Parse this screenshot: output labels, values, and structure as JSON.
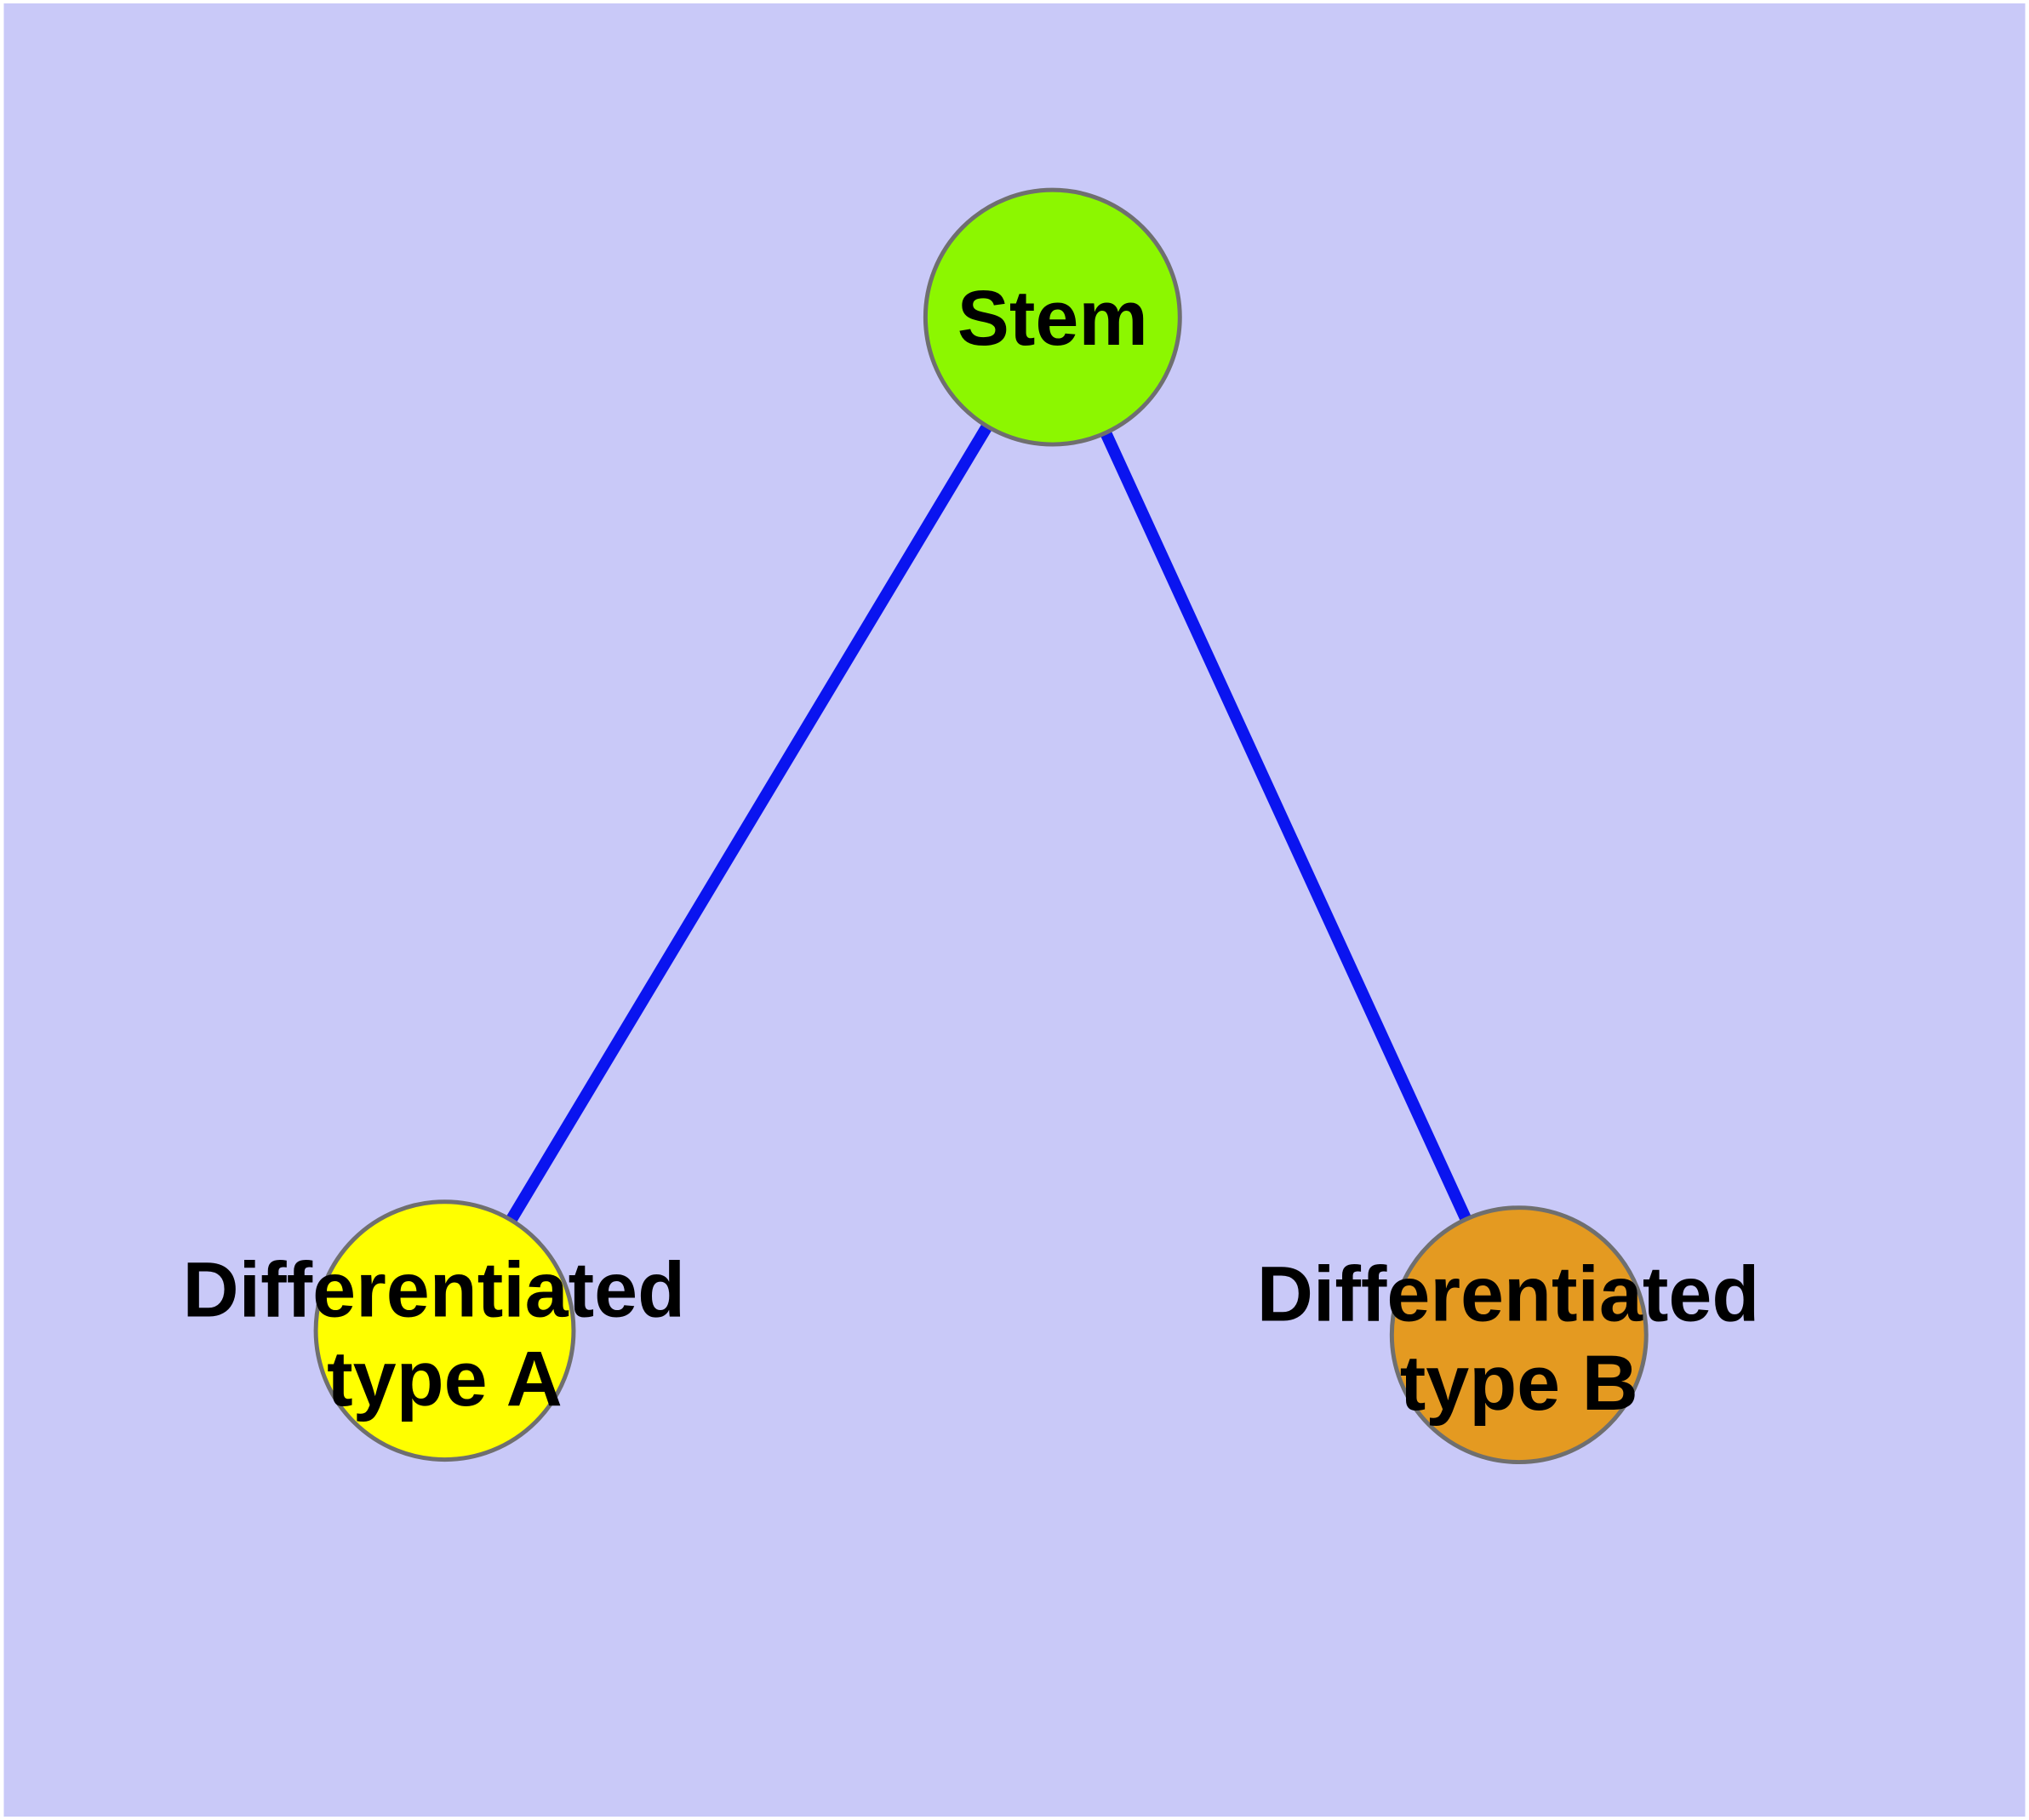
{
  "diagram": {
    "type": "node-link-graph",
    "background_color": "#C9C9F8",
    "frame_color": "#FFFFFF",
    "edge_color": "#0A14F0",
    "node_border_color": "#6F6F6F",
    "label_color": "#000000",
    "nodes": [
      {
        "id": "stem",
        "label": "Stem",
        "label_lines": [
          "Stem"
        ],
        "fill": "#8CF700",
        "shape": "circle"
      },
      {
        "id": "differentiated-type-a",
        "label": "Differentiated type A",
        "label_lines": [
          "Differentiated",
          "type A"
        ],
        "fill": "#FFFF00",
        "shape": "circle"
      },
      {
        "id": "differentiated-type-b",
        "label": "Differentiated type B",
        "label_lines": [
          "Differentiated",
          "type B"
        ],
        "fill": "#E49A21",
        "shape": "circle"
      }
    ],
    "edges": [
      {
        "from": "Stem",
        "to": "Differentiated type A"
      },
      {
        "from": "Stem",
        "to": "Differentiated type B"
      }
    ]
  }
}
